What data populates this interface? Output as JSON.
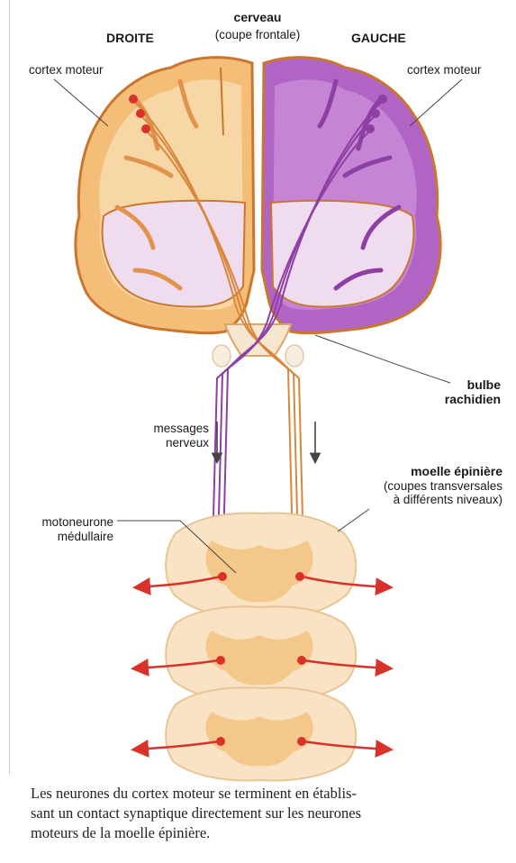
{
  "labels": {
    "droite": "DROITE",
    "gauche": "GAUCHE",
    "cerveau": "cerveau",
    "coupe_frontale": "(coupe frontale)",
    "cortex_moteur_left": "cortex moteur",
    "cortex_moteur_right": "cortex moteur",
    "bulbe_line1": "bulbe",
    "bulbe_line2": "rachidien",
    "messages_line1": "messages",
    "messages_line2": "nerveux",
    "moelle_title": "moelle épinière",
    "moelle_sub1": "(coupes transversales",
    "moelle_sub2": "à différents niveaux)",
    "motoneurone_line1": "motoneurone",
    "motoneurone_line2": "médullaire"
  },
  "caption": {
    "line1": "Les neurones du cortex moteur se terminent en établis-",
    "line2": "sant un contact synaptique directement sur les neurones",
    "line3": "moteurs de la moelle épinière."
  },
  "colors": {
    "orange": "#f2b766",
    "orange_dark": "#d9873c",
    "purple": "#a257b8",
    "purple_light": "#ecdcef",
    "cream": "#f9e3c4",
    "red": "#d9322a"
  }
}
